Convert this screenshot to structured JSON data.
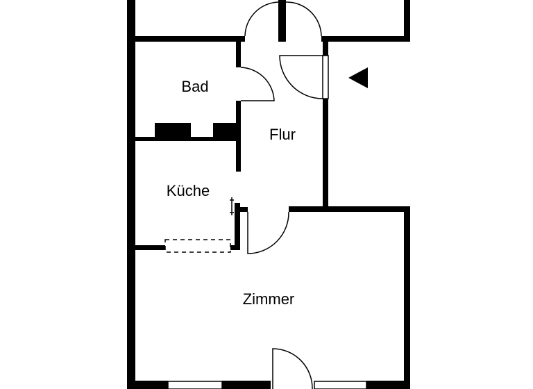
{
  "rooms": {
    "bad": "Bad",
    "flur": "Flur",
    "kueche": "Küche",
    "zimmer": "Zimmer"
  },
  "colors": {
    "wall": "#000000",
    "background": "#ffffff"
  },
  "icons": {
    "entrance": "triangle-left"
  }
}
